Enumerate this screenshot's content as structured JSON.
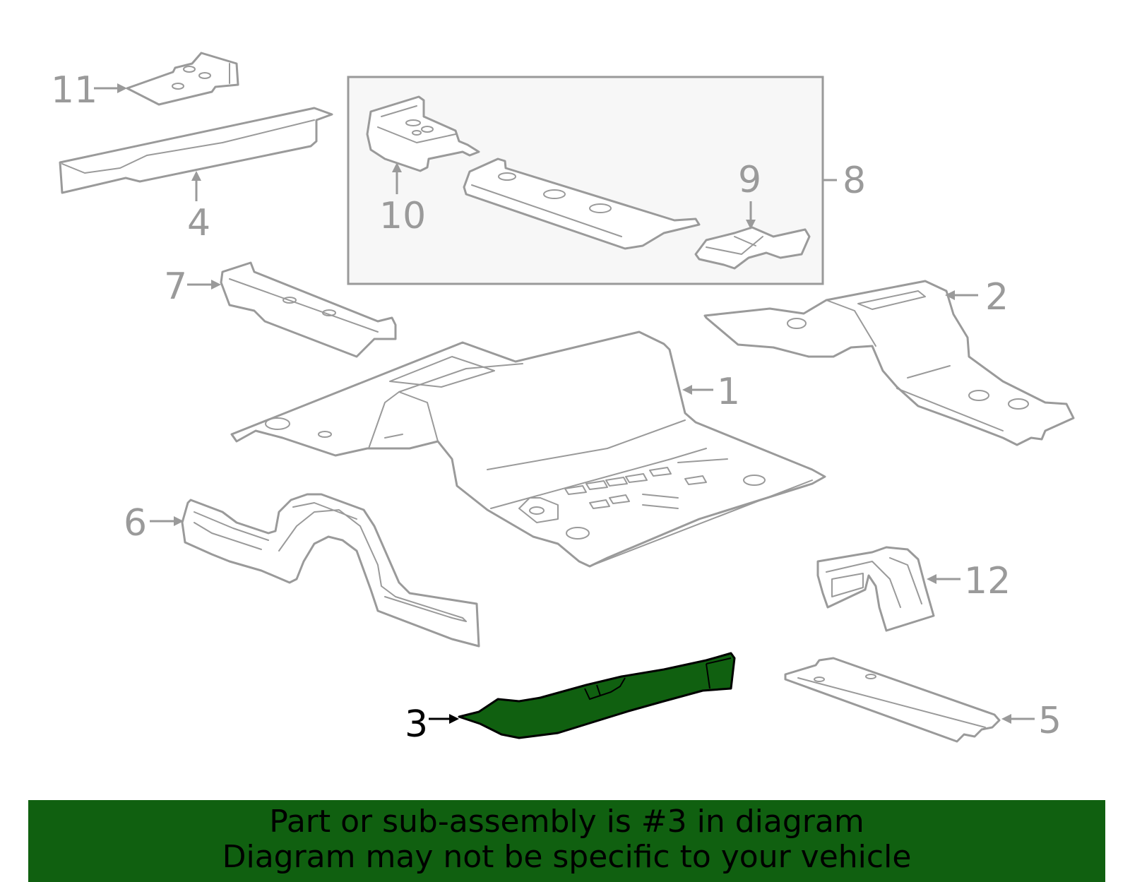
{
  "diagram": {
    "callouts": {
      "c1": "1",
      "c2": "2",
      "c3": "3",
      "c4": "4",
      "c5": "5",
      "c6": "6",
      "c7": "7",
      "c8": "8",
      "c9": "9",
      "c10": "10",
      "c11": "11",
      "c12": "12"
    },
    "highlighted_part": "3",
    "colors": {
      "highlight": "#106010",
      "outline": "#9a9a9a",
      "box_fill": "#f7f7f7"
    }
  },
  "banner": {
    "line1": "Part or sub-assembly is #3 in diagram",
    "line2": "Diagram may not be specific to your vehicle"
  }
}
